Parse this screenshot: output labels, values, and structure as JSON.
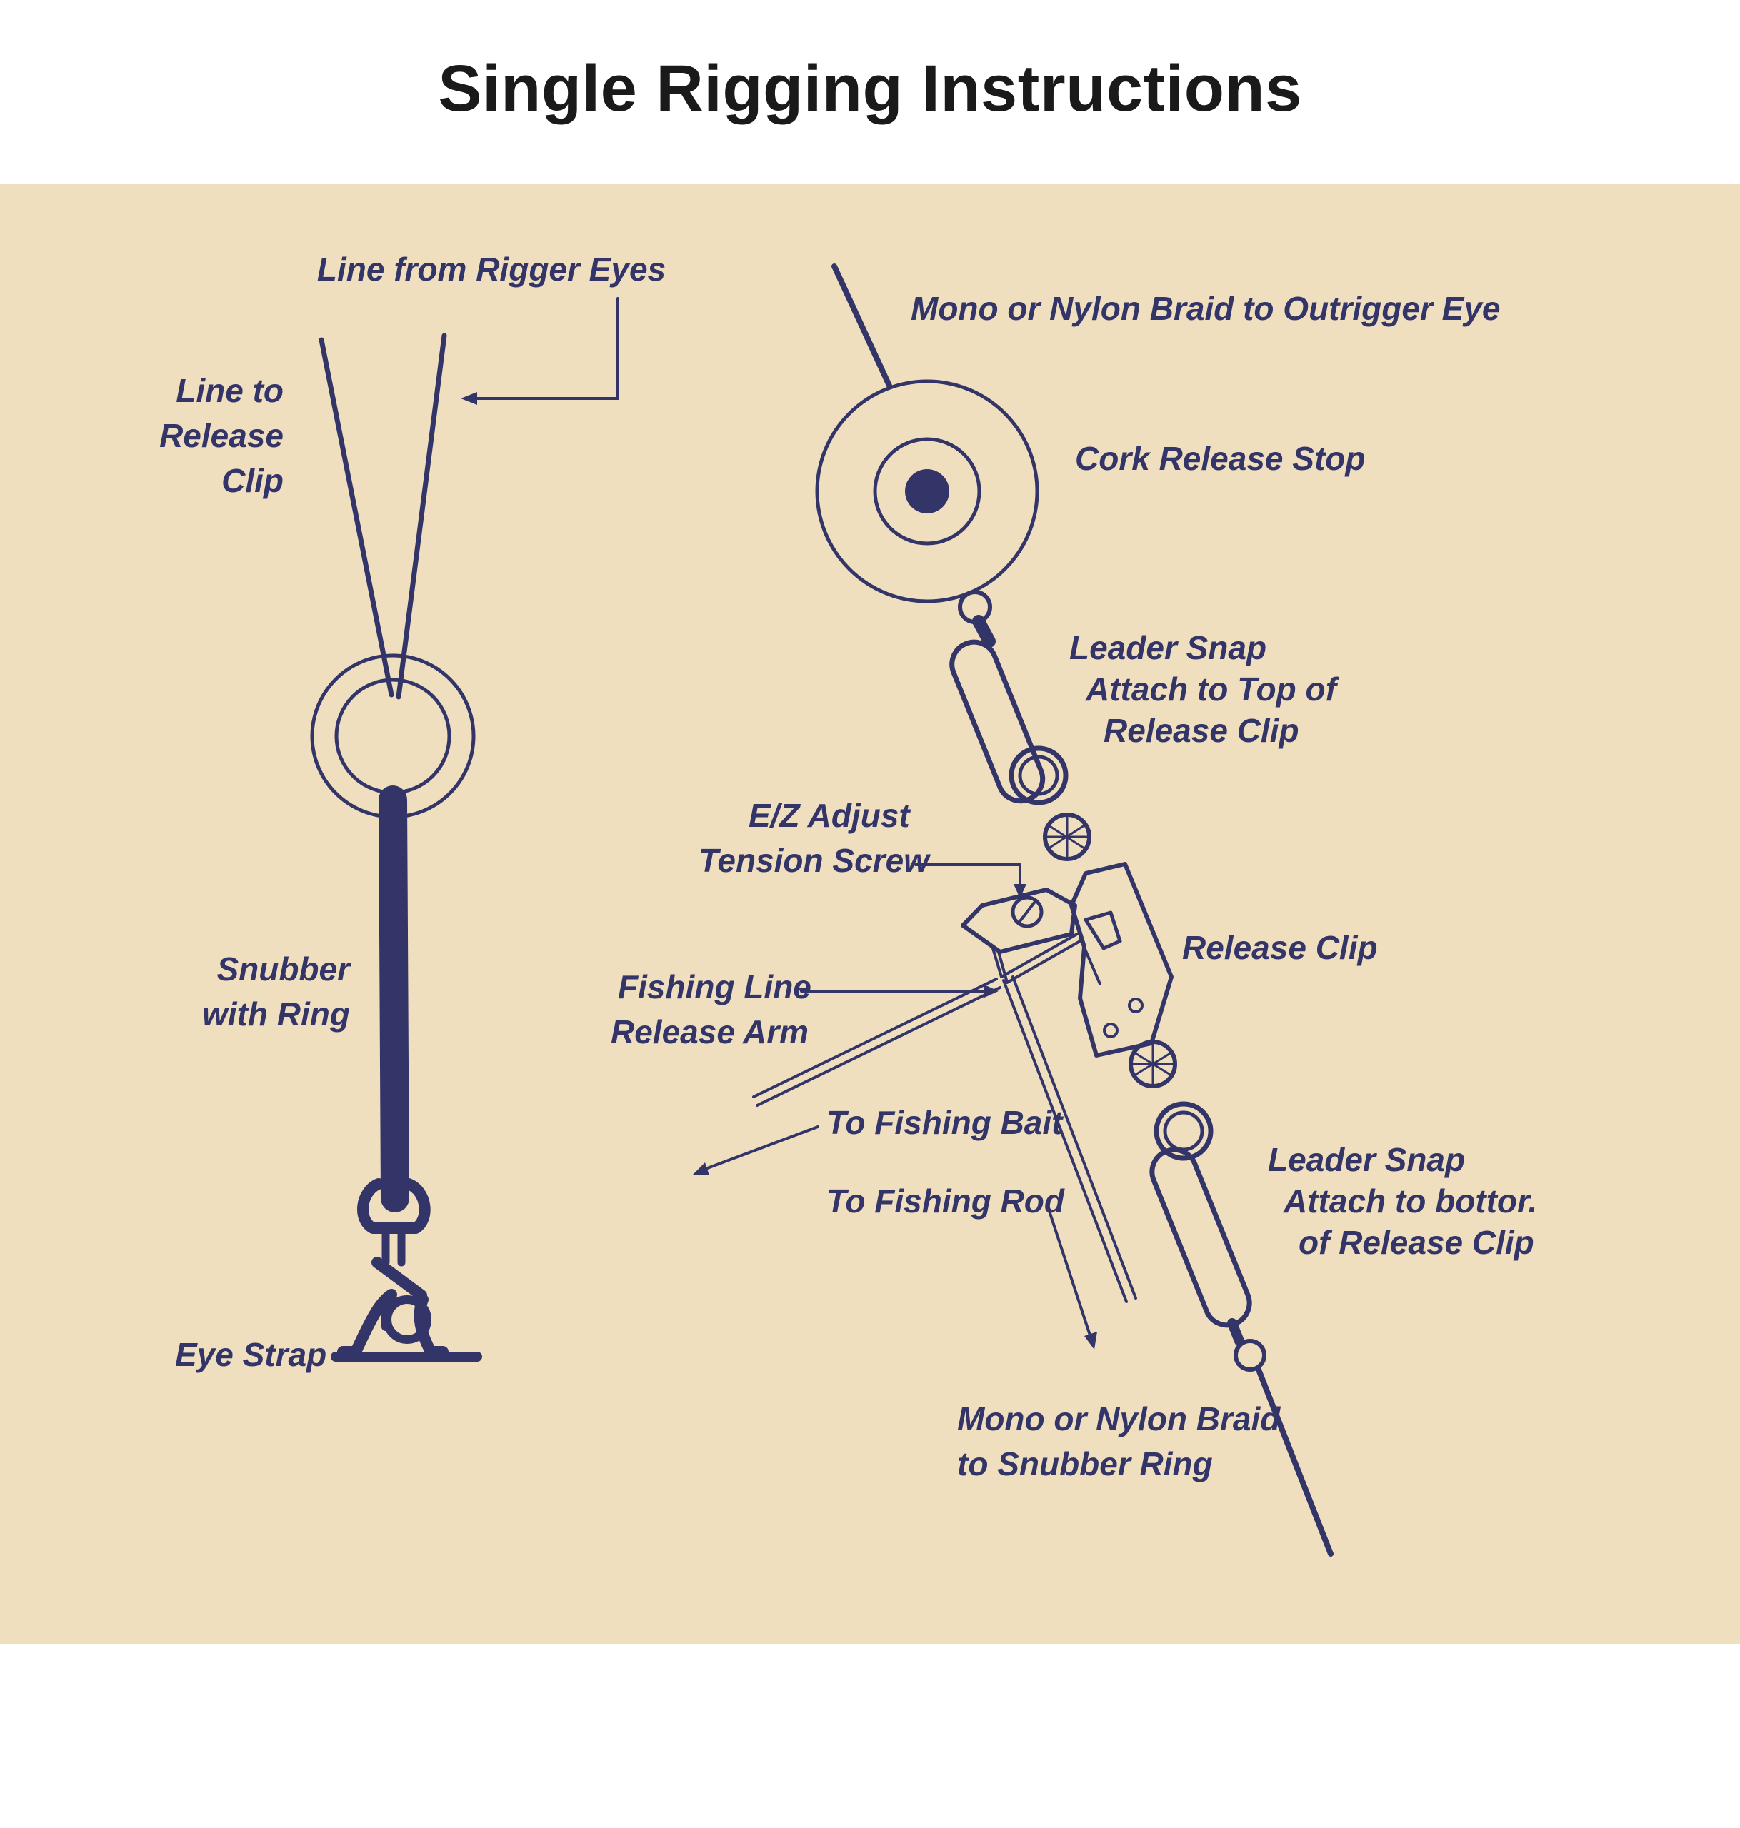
{
  "title": "Single Rigging Instructions",
  "colors": {
    "background": "#efdfbf",
    "ink": "#333569"
  },
  "labels": {
    "line_from_rigger_eyes": "Line from Rigger Eyes",
    "line_to_release_clip": [
      "Line to",
      "Release",
      "Clip"
    ],
    "snubber_with_ring": [
      "Snubber",
      "with Ring"
    ],
    "eye_strap": "Eye Strap",
    "mono_to_outrigger_eye": "Mono or Nylon Braid to Outrigger Eye",
    "cork_release_stop": "Cork Release Stop",
    "leader_snap_top": [
      "Leader Snap",
      "Attach to Top of",
      "Release Clip"
    ],
    "ez_adjust": [
      "E/Z  Adjust",
      "Tension Screw"
    ],
    "release_clip": "Release Clip",
    "fishing_line_release_arm": [
      "Fishing Line",
      "Release Arm"
    ],
    "to_fishing_bait": "To Fishing Bait",
    "to_fishing_rod": "To Fishing Rod",
    "leader_snap_bottom": [
      "Leader Snap",
      "Attach to bottor.",
      "of Release Clip"
    ],
    "mono_to_snubber_ring": [
      "Mono or Nylon Braid",
      "to Snubber Ring"
    ]
  }
}
